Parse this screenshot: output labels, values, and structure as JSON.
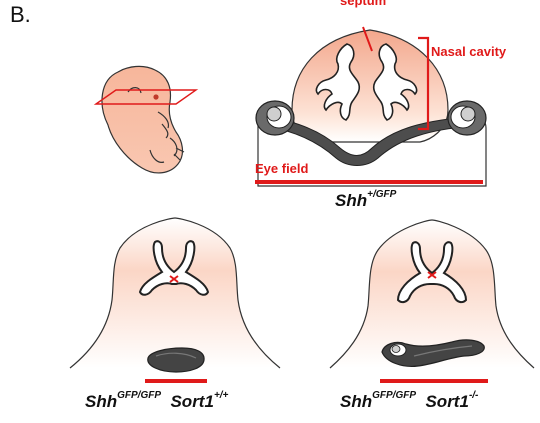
{
  "panel_letter": "B.",
  "labels": {
    "septum": "septum",
    "nasal_cavity": "Nasal cavity",
    "eye_field": "Eye field"
  },
  "genotypes": {
    "top": {
      "gene": "Shh",
      "allele": "+/GFP"
    },
    "bottom_left": {
      "gene": "Shh",
      "allele": "GFP/GFP",
      "gene2": "Sort1",
      "allele2": "+/+"
    },
    "bottom_right": {
      "gene": "Shh",
      "allele": "GFP/GFP",
      "gene2": "Sort1",
      "allele2": "-/-"
    }
  },
  "colors": {
    "annotation_red": "#e01a1a",
    "tissue_peach": "#f6b39a",
    "outline": "#222222",
    "eye_grey": "#555555"
  }
}
